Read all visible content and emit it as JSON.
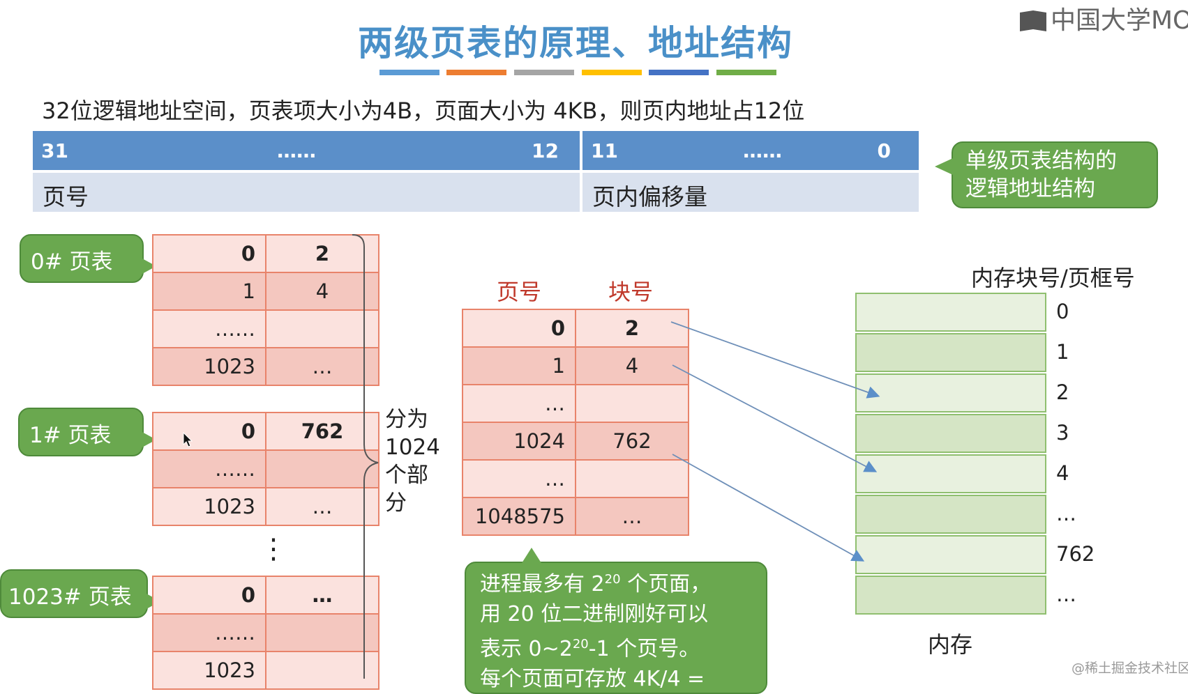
{
  "logo_text": "中国大学MOOC",
  "title": "两级页表的原理、地址结构",
  "title_bar_colors": [
    "#5b9bd5",
    "#ed7d31",
    "#a5a5a5",
    "#ffc000",
    "#4472c4",
    "#70ad47"
  ],
  "intro_text": "32位逻辑地址空间，页表项大小为4B，页面大小为 4KB，则页内地址占12位",
  "address_format": {
    "head_left": {
      "start": "31",
      "dots": "……",
      "end": "12"
    },
    "head_right": {
      "start": "11",
      "dots": "……",
      "end": "0"
    },
    "page_number_label": "页号",
    "offset_label": "页内偏移量"
  },
  "callout_single_level": [
    "单级页表结构的",
    "逻辑地址结构"
  ],
  "second_level_tables": [
    {
      "label": "0# 页表",
      "rows": [
        [
          "0",
          "2"
        ],
        [
          "1",
          "4"
        ],
        [
          "……",
          ""
        ],
        [
          "1023",
          "…"
        ]
      ]
    },
    {
      "label": "1# 页表",
      "rows": [
        [
          "0",
          "762"
        ],
        [
          "……",
          ""
        ],
        [
          "1023",
          "…"
        ]
      ]
    },
    {
      "label": "1023# 页表",
      "rows": [
        [
          "0",
          "…"
        ],
        [
          "……",
          ""
        ],
        [
          "1023",
          ""
        ]
      ]
    }
  ],
  "vertical_dots": "⋮",
  "split_text": [
    "分为",
    "1024",
    "个部",
    "分"
  ],
  "single_table": {
    "col_page": "页号",
    "col_block": "块号",
    "rows": [
      [
        "0",
        "2"
      ],
      [
        "1",
        "4"
      ],
      [
        "…",
        ""
      ],
      [
        "1024",
        "762"
      ],
      [
        "…",
        ""
      ],
      [
        "1048575",
        "…"
      ]
    ]
  },
  "callout_process": {
    "line1_pre": "进程最多有 2",
    "line1_sup": "20",
    "line1_post": " 个页面，",
    "line2": "用 20 位二进制刚好可以",
    "line3_pre": "表示 0~2",
    "line3_sup": "20",
    "line3_post": "-1 个页号。",
    "line4": "每个页面可存放 4K/4 ="
  },
  "memory": {
    "header": "内存块号/页框号",
    "labels": [
      "0",
      "1",
      "2",
      "3",
      "4",
      "…",
      "762",
      "…"
    ],
    "footer": "内存",
    "fill_light": "#e8f1df",
    "fill_dark": "#d5e5c5"
  },
  "watermark": "@稀土掘金技术社区"
}
